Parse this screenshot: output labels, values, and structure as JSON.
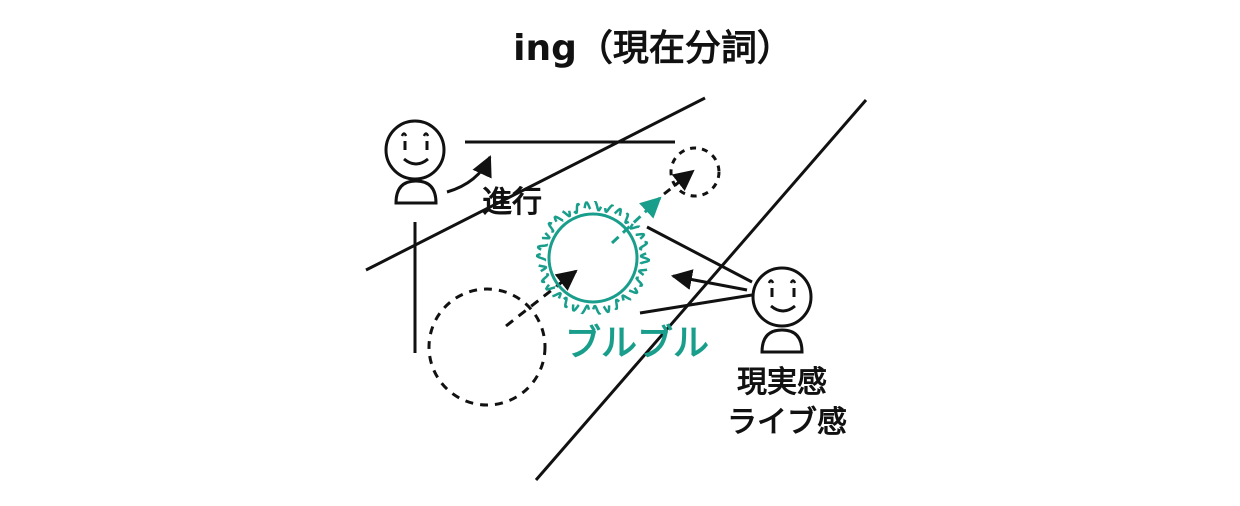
{
  "title": "ing（現在分詞）",
  "labels": {
    "progress": "進行",
    "vibration": "ブルブル",
    "reality_line1": "現実感",
    "reality_line2": "ライブ感"
  },
  "colors": {
    "ink": "#111111",
    "accent": "#1a9e8c"
  },
  "icons": {
    "left_person": "smiling-person-icon",
    "right_person": "smiling-person-icon"
  }
}
